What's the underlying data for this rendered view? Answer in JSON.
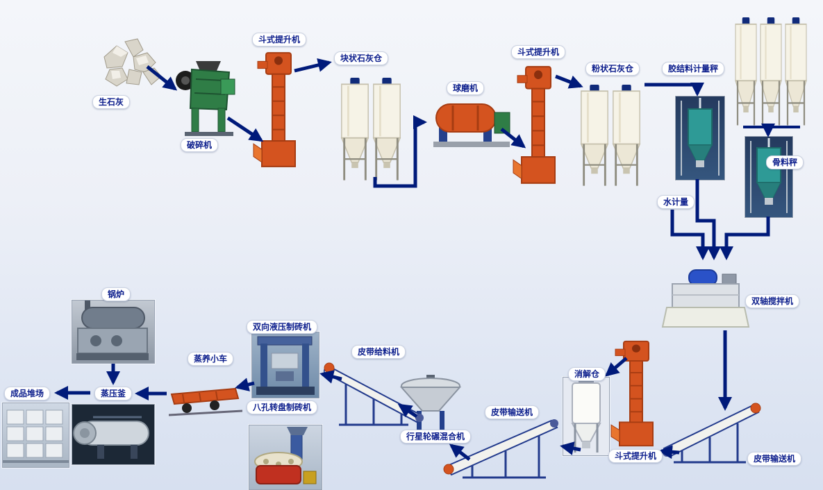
{
  "diagram": {
    "type": "process-flow",
    "subject": "砖/灰砂砖生产线工艺流程图",
    "colors": {
      "arrow": "#001a7a",
      "label_text": "#0b1d8c",
      "label_bg": "#ffffff",
      "background_top": "#f4f6fa",
      "background_bottom": "#d7e0f0"
    },
    "nodes": [
      {
        "id": "quicklime",
        "label": "生石灰"
      },
      {
        "id": "crusher",
        "label": "破碎机"
      },
      {
        "id": "bucket-elevator-1",
        "label": "斗式提升机"
      },
      {
        "id": "lump-lime-silo",
        "label": "块状石灰仓"
      },
      {
        "id": "ball-mill",
        "label": "球磨机"
      },
      {
        "id": "bucket-elevator-2",
        "label": "斗式提升机"
      },
      {
        "id": "powder-lime-silo",
        "label": "粉状石灰仓"
      },
      {
        "id": "binder-metering-scale",
        "label": "胶结料计量秤"
      },
      {
        "id": "aggregate-scale",
        "label": "骨料秤"
      },
      {
        "id": "water-metering",
        "label": "水计量"
      },
      {
        "id": "twin-shaft-mixer",
        "label": "双轴搅拌机"
      },
      {
        "id": "digestion-silo",
        "label": "消解仓"
      },
      {
        "id": "bucket-elevator-3",
        "label": "斗式提升机"
      },
      {
        "id": "belt-conveyor-right",
        "label": "皮带输送机"
      },
      {
        "id": "belt-conveyor-mid",
        "label": "皮带输送机"
      },
      {
        "id": "planetary-mixer",
        "label": "行星轮碾混合机"
      },
      {
        "id": "belt-feeder",
        "label": "皮带给料机"
      },
      {
        "id": "hydraulic-brick-press",
        "label": "双向液压制砖机"
      },
      {
        "id": "rotary-brick-press",
        "label": "八孔转盘制砖机"
      },
      {
        "id": "steam-curing-trolley",
        "label": "蒸养小车"
      },
      {
        "id": "autoclave",
        "label": "蒸压釜"
      },
      {
        "id": "boiler",
        "label": "锅炉"
      },
      {
        "id": "product-yard",
        "label": "成品堆场"
      }
    ],
    "edges": [
      "生石灰→破碎机",
      "破碎机→斗式提升机",
      "斗式提升机→块状石灰仓",
      "块状石灰仓→球磨机",
      "球磨机→斗式提升机",
      "斗式提升机→粉状石灰仓",
      "粉状石灰仓→胶结料计量秤",
      "储仓→骨料秤",
      "胶结料计量秤→双轴搅拌机",
      "水计量→双轴搅拌机",
      "骨料秤→双轴搅拌机",
      "双轴搅拌机→皮带输送机",
      "皮带输送机→斗式提升机",
      "斗式提升机→消解仓",
      "消解仓→皮带输送机",
      "皮带输送机→行星轮碾混合机",
      "行星轮碾混合机→皮带给料机",
      "皮带给料机→制砖机",
      "制砖机→蒸养小车",
      "蒸养小车→蒸压釜",
      "锅炉→蒸压釜",
      "蒸压釜→成品堆场"
    ]
  }
}
